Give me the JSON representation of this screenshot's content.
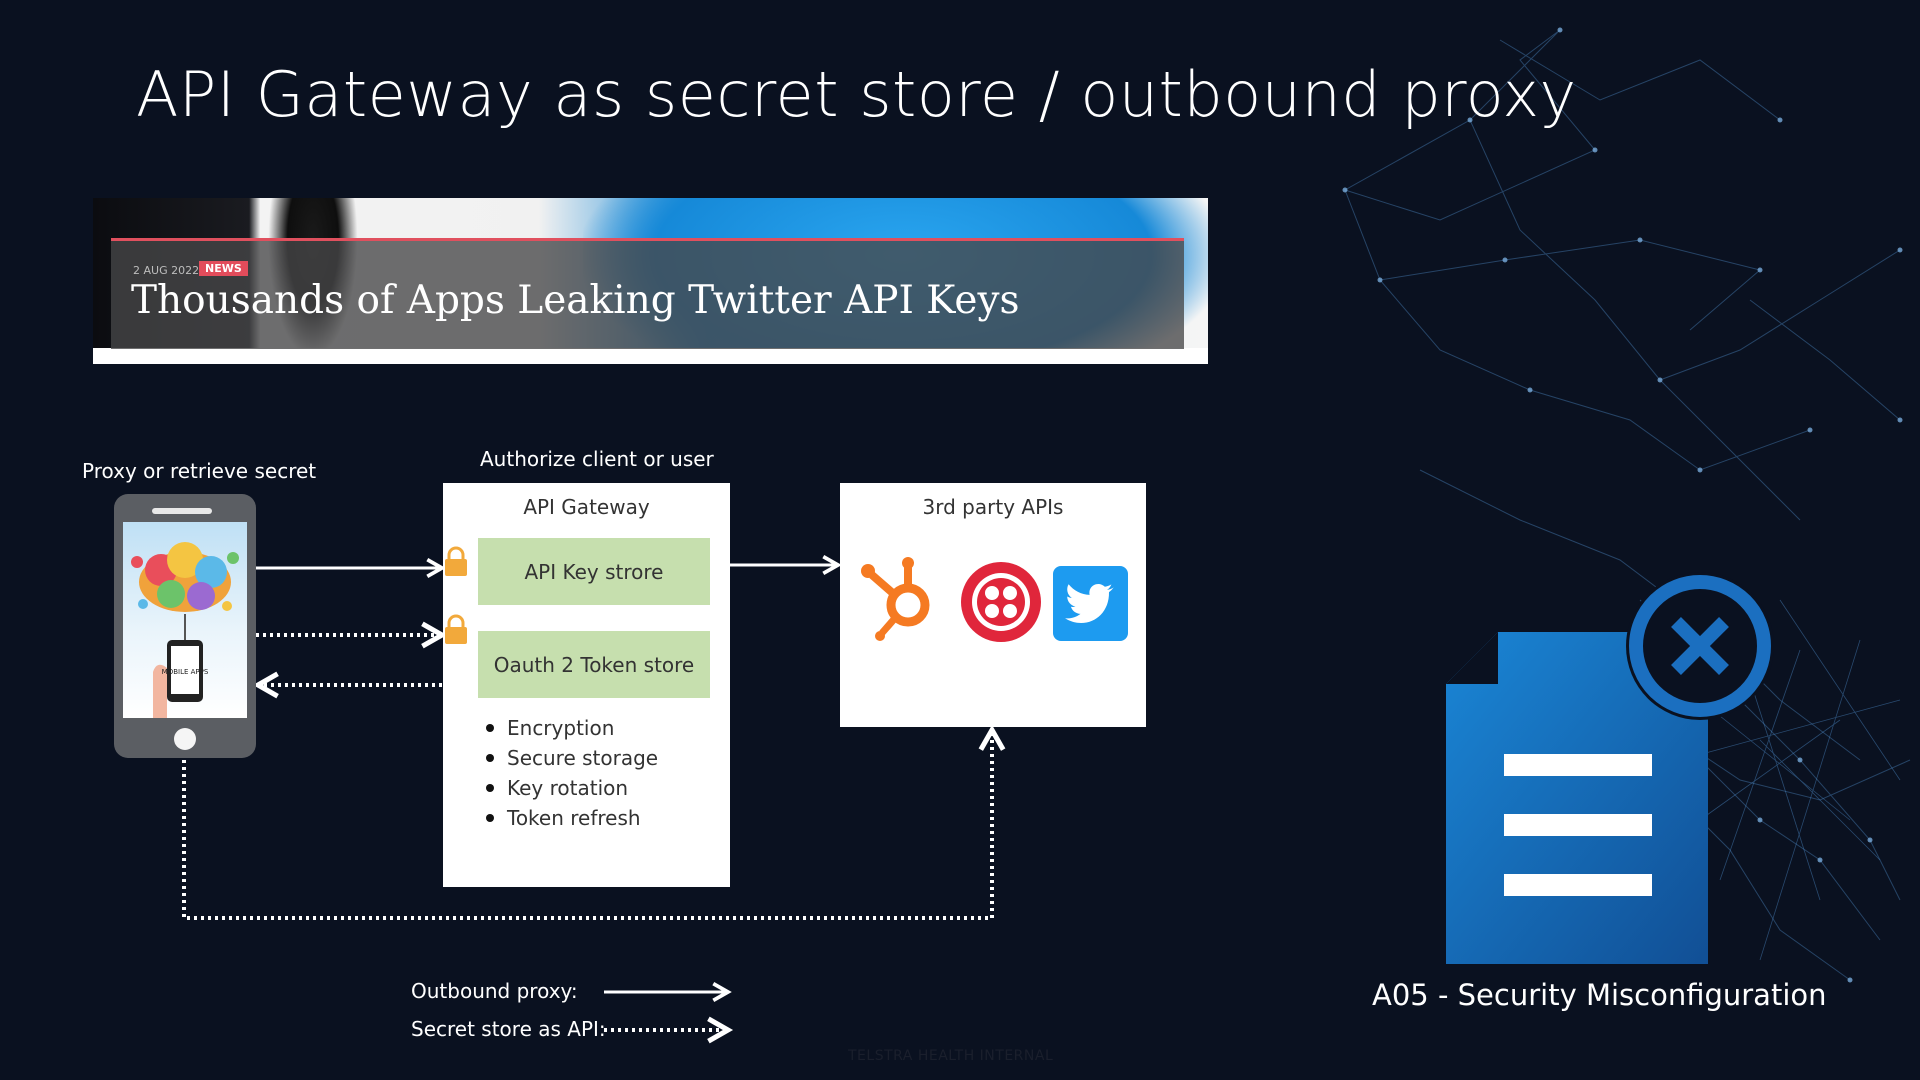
{
  "slide": {
    "title": "API Gateway as secret store / outbound proxy",
    "footer": "TELSTRA HEALTH INTERNAL"
  },
  "news": {
    "date": "2 AUG 2022",
    "tag": "NEWS",
    "headline": "Thousands of Apps Leaking Twitter API Keys"
  },
  "diagram": {
    "phone_label": "Proxy or retrieve secret",
    "phone_screen_text": "MOBILE APPS",
    "gateway_caption": "Authorize client or user",
    "gateway": {
      "title": "API Gateway",
      "stores": [
        "API Key strore",
        "Oauth 2 Token store"
      ],
      "features": [
        "Encryption",
        "Secure storage",
        "Key rotation",
        "Token refresh"
      ]
    },
    "third_party": {
      "title": "3rd party APIs",
      "icons": [
        "hubspot-icon",
        "twilio-icon",
        "twitter-icon"
      ]
    }
  },
  "legend": {
    "outbound_proxy": "Outbound proxy:",
    "secret_store": "Secret store as API:"
  },
  "owasp": {
    "label": "A05 - Security Misconfiguration",
    "icon": "document-error-icon"
  },
  "colors": {
    "background": "#0a1120",
    "green_box": "#c6dfae",
    "doc_blue": "#1670bd",
    "news_red": "#e24c5b",
    "lock": "#f2a93b"
  }
}
